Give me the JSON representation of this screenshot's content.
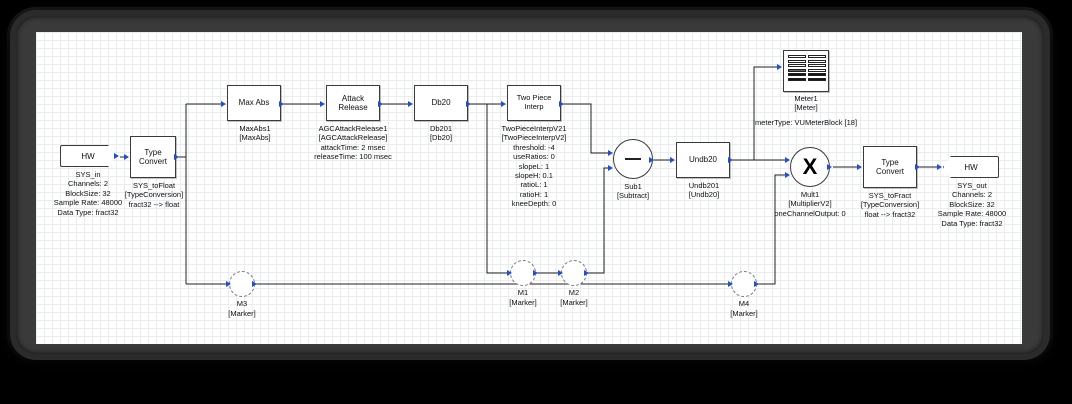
{
  "canvas": {
    "background": "#ffffff",
    "grid_minor_color": "#e9ecf0",
    "grid_major_color": "#d6dae0",
    "frame_color": "#2b2b2b"
  },
  "palette": {
    "port_blue": "#1f4ed8",
    "block_border": "#3a3a3a",
    "wire": "#222222",
    "marker_outline": "#777777"
  },
  "blocks": [
    {
      "id": "sys_in",
      "type": "hw-source",
      "title": "HW",
      "caption": "SYS_in\nChannels: 2\nBlockSize: 32\nSample Rate: 48000\nData Type: fract32"
    },
    {
      "id": "sys_tofloat",
      "type": "rect",
      "title": "Type\nConvert",
      "caption": "SYS_toFloat\n[TypeConversion]\nfract32 --> float"
    },
    {
      "id": "maxabs1",
      "type": "rect",
      "title": "Max Abs",
      "caption": "MaxAbs1\n[MaxAbs]"
    },
    {
      "id": "agcattackrelease1",
      "type": "rect",
      "title": "Attack\nRelease",
      "caption": "AGCAttackRelease1\n[AGCAttackRelease]\nattackTime: 2 msec\nreleaseTime: 100 msec"
    },
    {
      "id": "db201",
      "type": "rect",
      "title": "Db20",
      "caption": "Db201\n[Db20]"
    },
    {
      "id": "twopieceinterpv21",
      "type": "rect",
      "title": "Two Piece\nInterp",
      "caption": "TwoPieceInterpV21\n[TwoPieceInterpV2]\nthreshold: -4\nuseRatios: 0\nslopeL: 1\nslopeH: 0.1\nratioL: 1\nratioH: 1\nkneeDepth: 0"
    },
    {
      "id": "sub1",
      "type": "circle-minus",
      "title": "",
      "caption": "Sub1\n[Subtract]"
    },
    {
      "id": "undb201",
      "type": "rect",
      "title": "Undb20",
      "caption": "Undb201\n[Undb20]"
    },
    {
      "id": "mult1",
      "type": "circle-multiply",
      "title": "X",
      "caption": "Mult1\n[MultiplierV2]\noneChannelOutput: 0"
    },
    {
      "id": "sys_tofract",
      "type": "rect",
      "title": "Type\nConvert",
      "caption": "SYS_toFract\n[TypeConversion]\nfloat --> fract32"
    },
    {
      "id": "sys_out",
      "type": "hw-sink",
      "title": "HW",
      "caption": "SYS_out\nChannels: 2\nBlockSize: 32\nSample Rate: 48000\nData Type: fract32"
    },
    {
      "id": "meter1",
      "type": "meter",
      "title": "",
      "caption": "Meter1\n[Meter]",
      "caption_extra": "meterType: VUMeterBlock [18]"
    }
  ],
  "markers": [
    {
      "id": "m1",
      "label": "M1",
      "sub": "[Marker]"
    },
    {
      "id": "m2",
      "label": "M2",
      "sub": "[Marker]"
    },
    {
      "id": "m3",
      "label": "M3",
      "sub": "[Marker]"
    },
    {
      "id": "m4",
      "label": "M4",
      "sub": "[Marker]"
    }
  ],
  "meter_icon": {
    "name": "vu-meter-icon",
    "rows": [
      "light",
      "light",
      "light",
      "mid",
      "dark",
      "dark"
    ]
  }
}
